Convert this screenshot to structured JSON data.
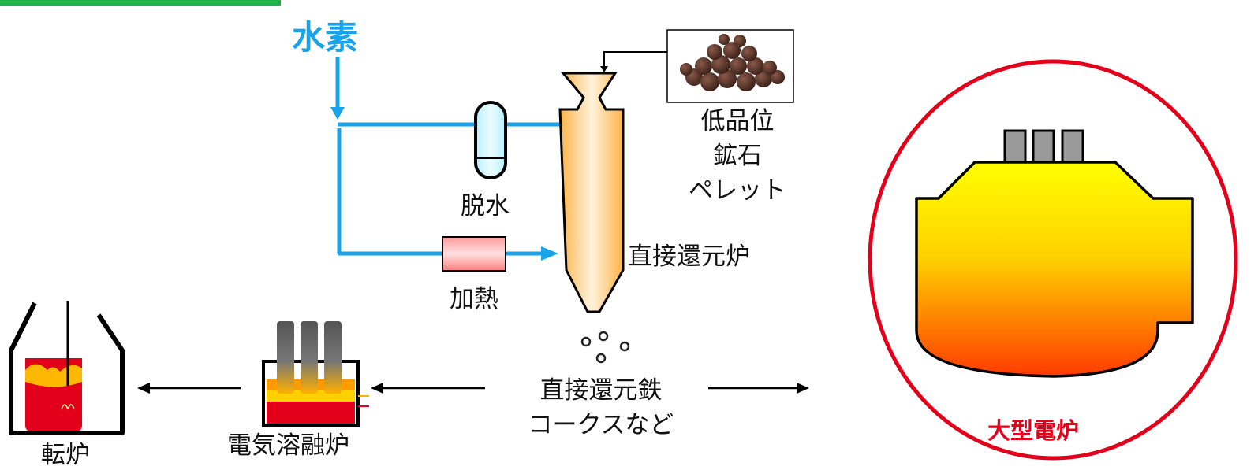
{
  "labels": {
    "hydrogen": "水素",
    "dehydration": "脱水",
    "heating": "加熱",
    "low_grade_ore_line1": "低品位",
    "low_grade_ore_line2": "鉱石",
    "low_grade_ore_line3": "ペレット",
    "direct_reduction_furnace": "直接還元炉",
    "dri_line1": "直接還元鉄",
    "dri_line2": "コークスなど",
    "electric_smelting_furnace": "電気溶融炉",
    "converter": "転炉",
    "large_eaf": "大型電炉"
  },
  "colors": {
    "hydrogen_line": "#1aa3e8",
    "header_bar": "#22b04b",
    "highlight_circle": "#e3001b",
    "furnace_top": "#ffff00",
    "furnace_bottom": "#ff3b00",
    "shaft_fill": "#ffd59a"
  }
}
